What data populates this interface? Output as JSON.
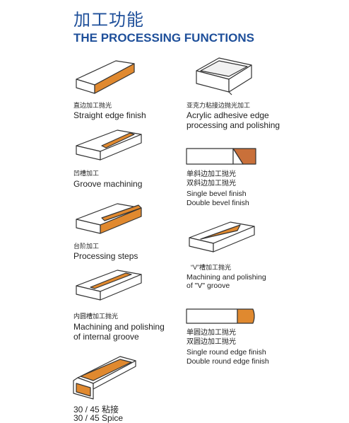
{
  "header": {
    "title_cn": "加工功能",
    "title_en": "THE PROCESSING FUNCTIONS"
  },
  "colors": {
    "accent": "#e0892f",
    "title": "#1e4f9a"
  },
  "items": [
    {
      "icon": "straight-edge-icon",
      "cn": "直边加工抛光",
      "en": [
        "Straight edge finish"
      ]
    },
    {
      "icon": "acrylic-box-icon",
      "cn": "亚克力粘接边抛光加工",
      "en": [
        "Acrylic adhesive edge",
        "processing and polishing"
      ]
    },
    {
      "icon": "groove-icon",
      "cn": "凹槽加工",
      "en": [
        "Groove machining"
      ]
    },
    {
      "icon": "bevel-icon",
      "cn": [
        "单斜边加工抛光",
        "双斜边加工抛光"
      ],
      "en": [
        "Single bevel finish",
        "Double bevel finish"
      ]
    },
    {
      "icon": "step-icon",
      "cn": "台阶加工",
      "en": [
        "Processing steps"
      ]
    },
    {
      "icon": "v-groove-icon",
      "cn": "“V”槽加工抛光",
      "en": [
        "Machining and polishing",
        "of \"V\" groove"
      ]
    },
    {
      "icon": "internal-groove-icon",
      "cn": "内圆槽加工抛光",
      "en": [
        "Machining and polishing",
        "of internal groove"
      ]
    },
    {
      "icon": "round-edge-icon",
      "cn": [
        "单圆边加工抛光",
        "双圆边加工抛光"
      ],
      "en": [
        "Single round edge finish",
        "Double round edge finish"
      ]
    },
    {
      "icon": "splice-icon",
      "cn": [
        "30 / 45  粘接",
        "30 / 45  Spice"
      ]
    }
  ]
}
